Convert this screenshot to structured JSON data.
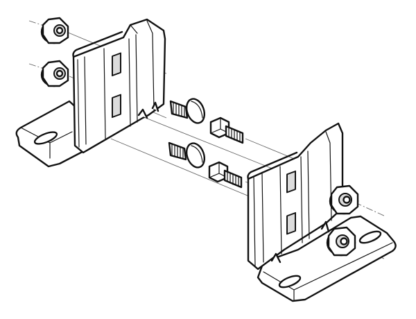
{
  "diagram": {
    "background": "#ffffff",
    "line_color": "#111111",
    "shade_color": "#dcdcdc",
    "parts": [
      {
        "name": "left-bracket"
      },
      {
        "name": "right-bracket"
      },
      {
        "name": "carriage-bolt",
        "count": 2
      },
      {
        "name": "hex-bolt",
        "count": 2
      },
      {
        "name": "flange-nut",
        "count": 4
      }
    ]
  }
}
